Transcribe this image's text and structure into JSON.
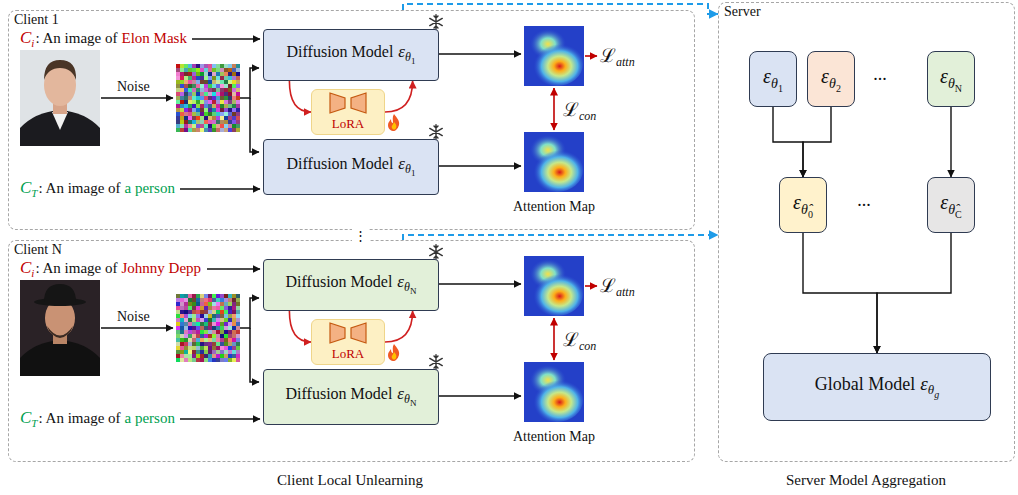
{
  "diagram": {
    "nodes": [
      {
        "text": [
          "Client 1"
        ]
      },
      {
        "text": [
          "Diffusion Model",
          "ε",
          "θ",
          "1"
        ],
        "in": 0
      },
      {
        "text": [
          "LoRA"
        ],
        "in": 0
      },
      {
        "text": [
          "Diffusion Model",
          "ε",
          "θ",
          "1"
        ],
        "in": 0
      },
      {
        "text": [
          "Client N"
        ]
      },
      {
        "text": [
          "Diffusion Model",
          "ε",
          "θ",
          "N"
        ],
        "in": 4
      },
      {
        "text": [
          "LoRA"
        ],
        "in": 4
      },
      {
        "text": [
          "Diffusion Model",
          "ε",
          "θ",
          "N"
        ],
        "in": 4
      },
      {
        "text": [
          "Server"
        ]
      },
      {
        "text": [
          "ε",
          "θ",
          "1"
        ],
        "in": 8
      },
      {
        "text": [
          "ε",
          "θ",
          "2"
        ],
        "in": 8
      },
      {
        "text": [
          "ε",
          "θ",
          "N"
        ],
        "in": 8
      },
      {
        "text": [
          "ε",
          "θ̂",
          "0"
        ],
        "in": 8
      },
      {
        "text": [
          "ε",
          "θ̂",
          "C"
        ],
        "in": 8
      },
      {
        "text": [
          "Global Model",
          "ε",
          "θ",
          "g"
        ],
        "in": 8
      }
    ],
    "edges": [
      {
        "from": 1,
        "to": 2,
        "arrow": "to"
      },
      {
        "from": 2,
        "to": 1,
        "arrow": "to"
      },
      {
        "from": 5,
        "to": 6,
        "arrow": "to"
      },
      {
        "from": 6,
        "to": 5,
        "arrow": "to"
      },
      {
        "from": 9,
        "to": 12,
        "arrow": "to"
      },
      {
        "from": 10,
        "to": 12,
        "arrow": "to"
      },
      {
        "from": 11,
        "to": 13,
        "arrow": "to"
      },
      {
        "from": 12,
        "to": 14,
        "arrow": "to"
      },
      {
        "from": 13,
        "to": 14,
        "arrow": "to"
      },
      {
        "from": 0,
        "to": 8,
        "arrow": "to"
      },
      {
        "from": 4,
        "to": 8,
        "arrow": "to"
      }
    ],
    "labels": [
      "C",
      "i",
      ": An image of",
      "Elon Mask",
      "Noise",
      "C",
      "T",
      ": An image of",
      "a person",
      "ℒ",
      "attn",
      "ℒ",
      "con",
      "Attention Map",
      "⋮",
      "C",
      "i",
      ": An image of",
      "Johnny Depp",
      "Noise",
      "C",
      "T",
      ": An image of",
      "a person",
      "ℒ",
      "attn",
      "ℒ",
      "con",
      "Attention Map",
      "...",
      "...",
      "Client Local Unlearning",
      "Server Model Aggregation"
    ]
  }
}
